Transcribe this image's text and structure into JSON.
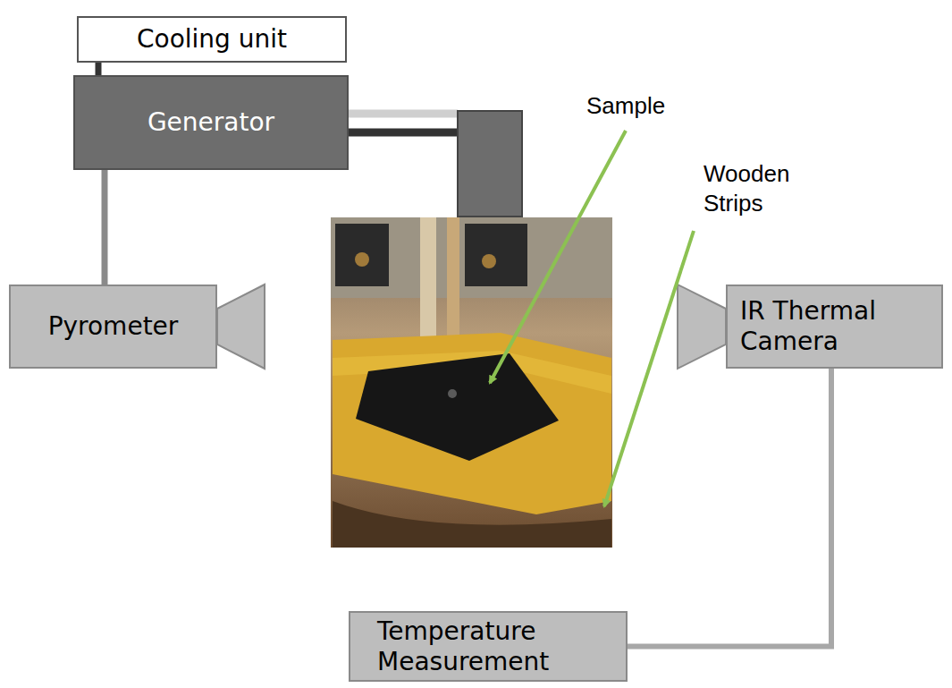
{
  "diagram": {
    "nodes": [
      {
        "text": [
          "Cooling unit"
        ]
      },
      {
        "text": [
          "Generator"
        ]
      },
      {
        "text": [
          "Pyrometer"
        ]
      },
      {
        "text": [
          "IR Thermal Camera"
        ]
      },
      {
        "text": [
          "Temperature Measurement"
        ]
      }
    ],
    "edges": [
      {
        "from": 0,
        "to": 1,
        "arrow": "none"
      },
      {
        "from": 1,
        "to": 2,
        "arrow": "none"
      },
      {
        "from": 3,
        "to": 4,
        "arrow": "none"
      }
    ],
    "labels": [
      "Sample",
      "Wooden Strips"
    ]
  }
}
